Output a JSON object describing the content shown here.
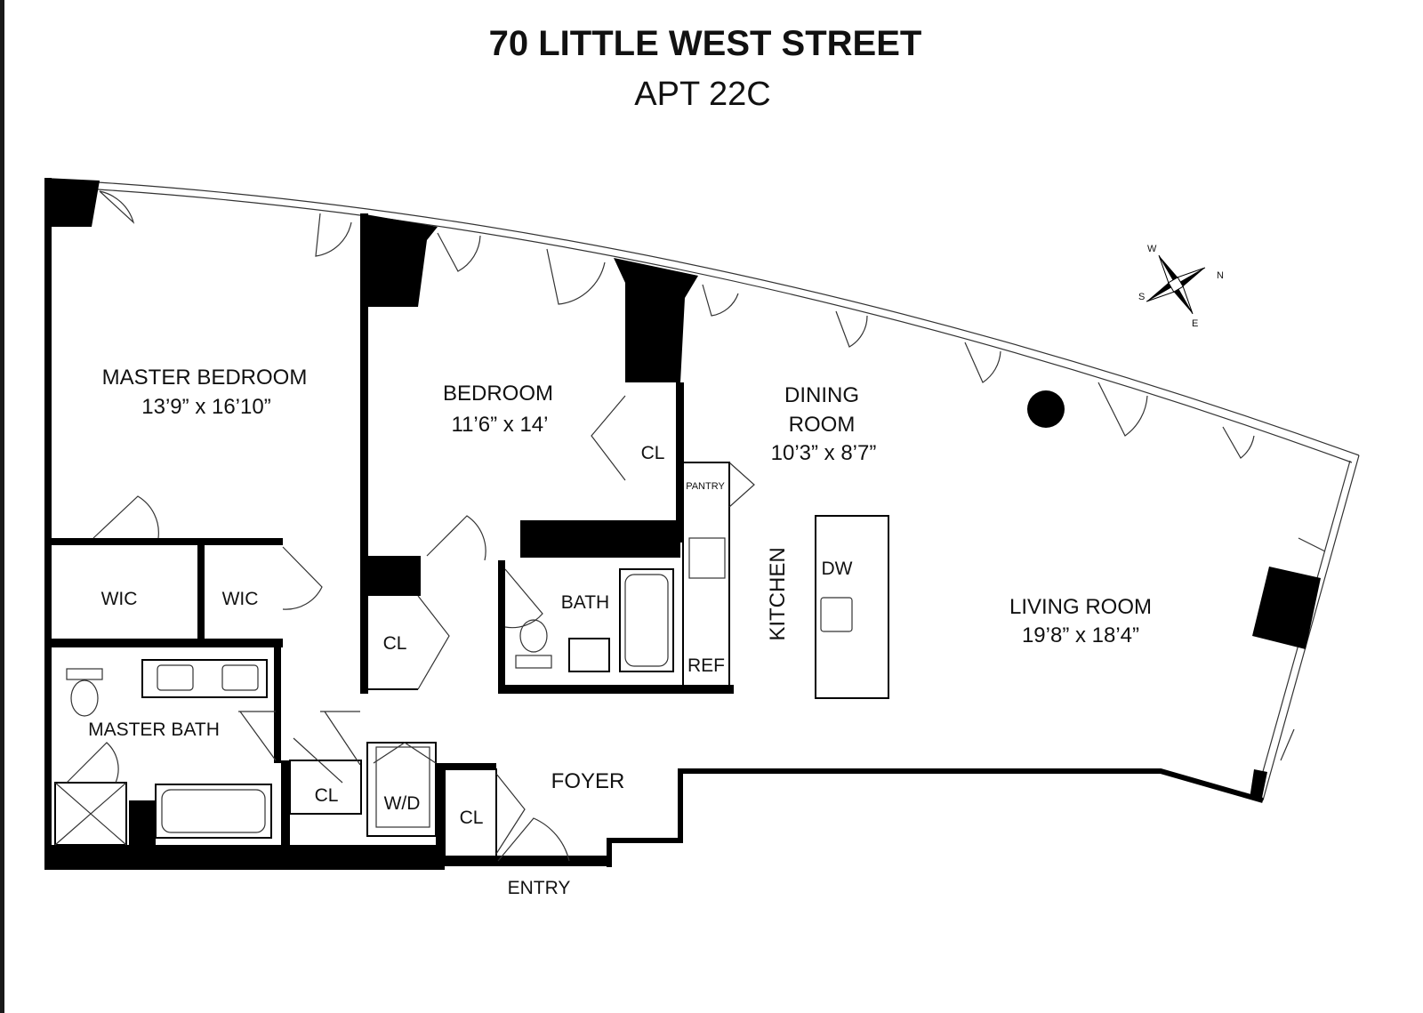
{
  "header": {
    "title": "70 LITTLE WEST STREET",
    "subtitle": "APT 22C"
  },
  "rooms": {
    "master_bedroom": {
      "name": "MASTER BEDROOM",
      "dims": "13’9” x 16’10”"
    },
    "bedroom": {
      "name": "BEDROOM",
      "dims": "11’6” x 14’"
    },
    "dining": {
      "name_line1": "DINING",
      "name_line2": "ROOM",
      "dims": "10’3” x 8’7”"
    },
    "living": {
      "name": "LIVING ROOM",
      "dims": "19’8” x 18’4”"
    },
    "kitchen": "KITCHEN",
    "wic1": "WIC",
    "wic2": "WIC",
    "master_bath": "MASTER BATH",
    "bath": "BATH",
    "foyer": "FOYER",
    "entry": "ENTRY",
    "cl_bedroom": "CL",
    "cl_hall": "CL",
    "cl_mbath": "CL",
    "cl_foyer": "CL",
    "wd": "W/D",
    "pantry": "PANTRY",
    "ref": "REF",
    "dw": "DW"
  },
  "compass": {
    "n": "N",
    "s": "S",
    "e": "E",
    "w": "W"
  }
}
